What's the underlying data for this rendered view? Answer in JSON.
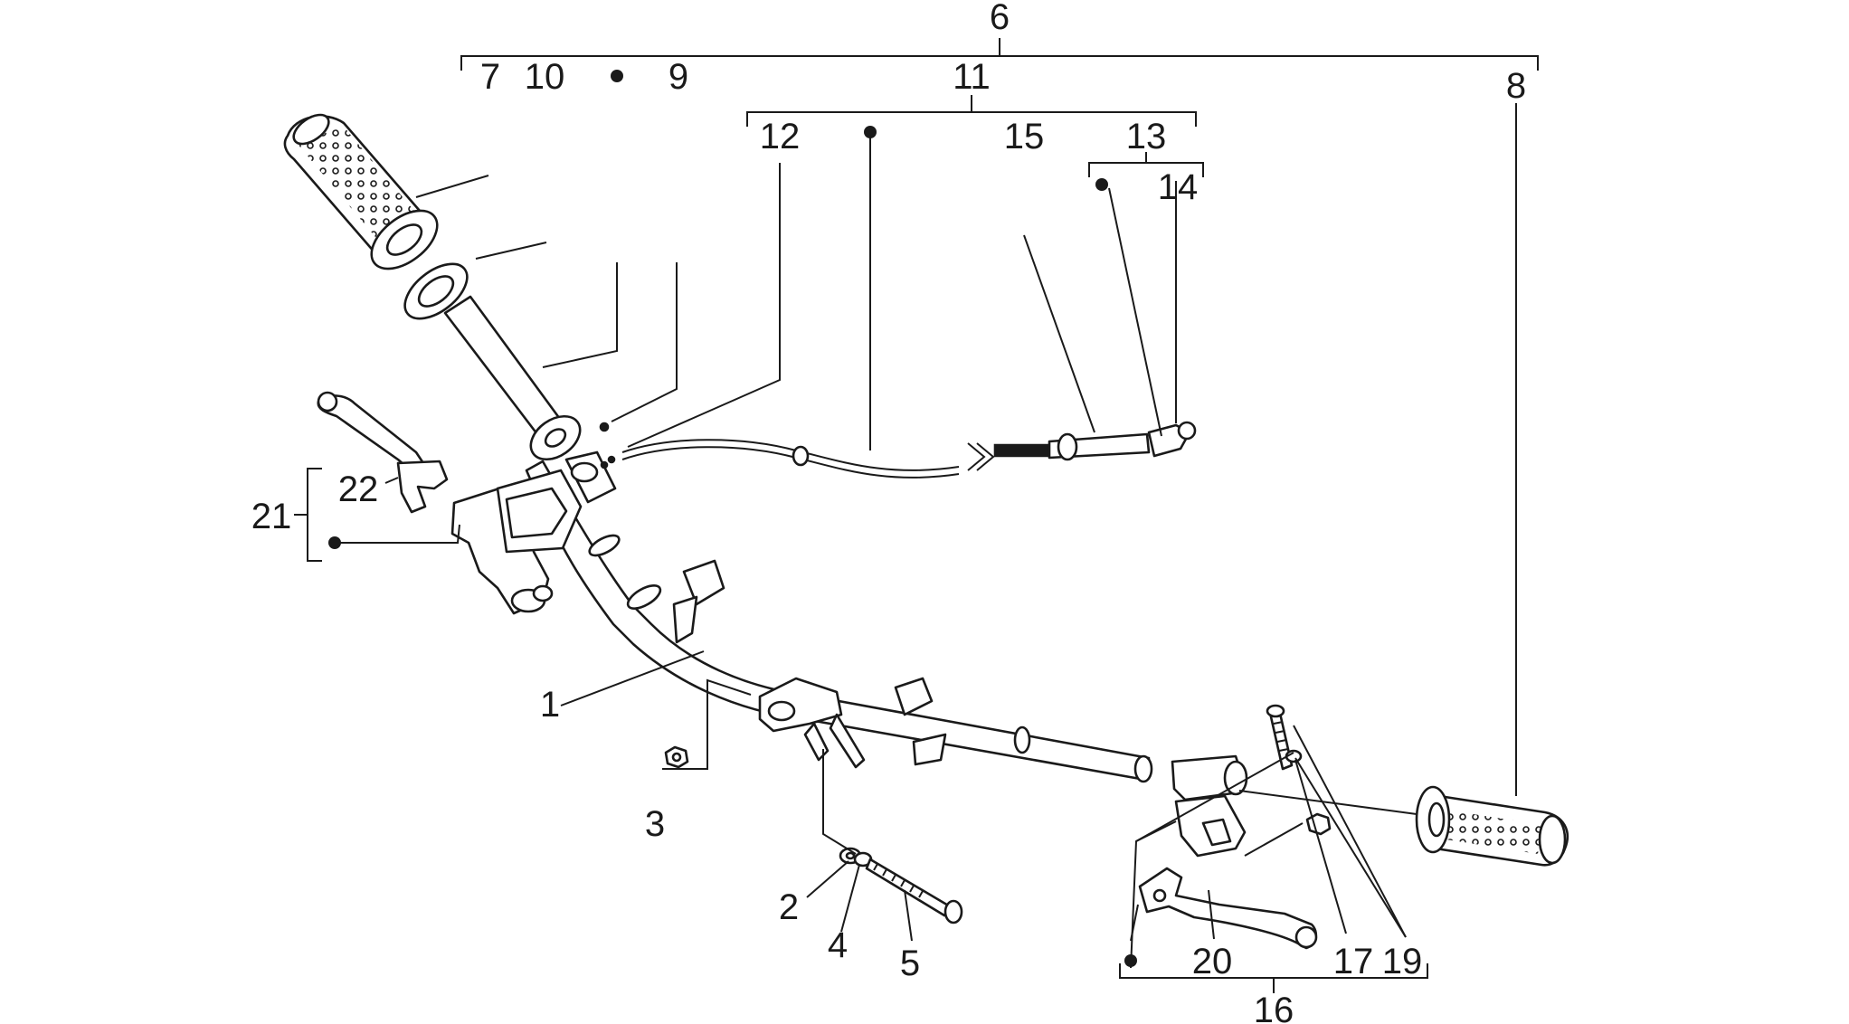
{
  "diagram": {
    "labels": {
      "l1": "1",
      "l2": "2",
      "l3": "3",
      "l4": "4",
      "l5": "5",
      "l6": "6",
      "l7": "7",
      "l8": "8",
      "l9": "9",
      "l10": "10",
      "l11": "11",
      "l12": "12",
      "l13": "13",
      "l14": "14",
      "l15": "15",
      "l16": "16",
      "l17": "17",
      "l19": "19",
      "l20": "20",
      "l21": "21",
      "l22": "22"
    }
  }
}
